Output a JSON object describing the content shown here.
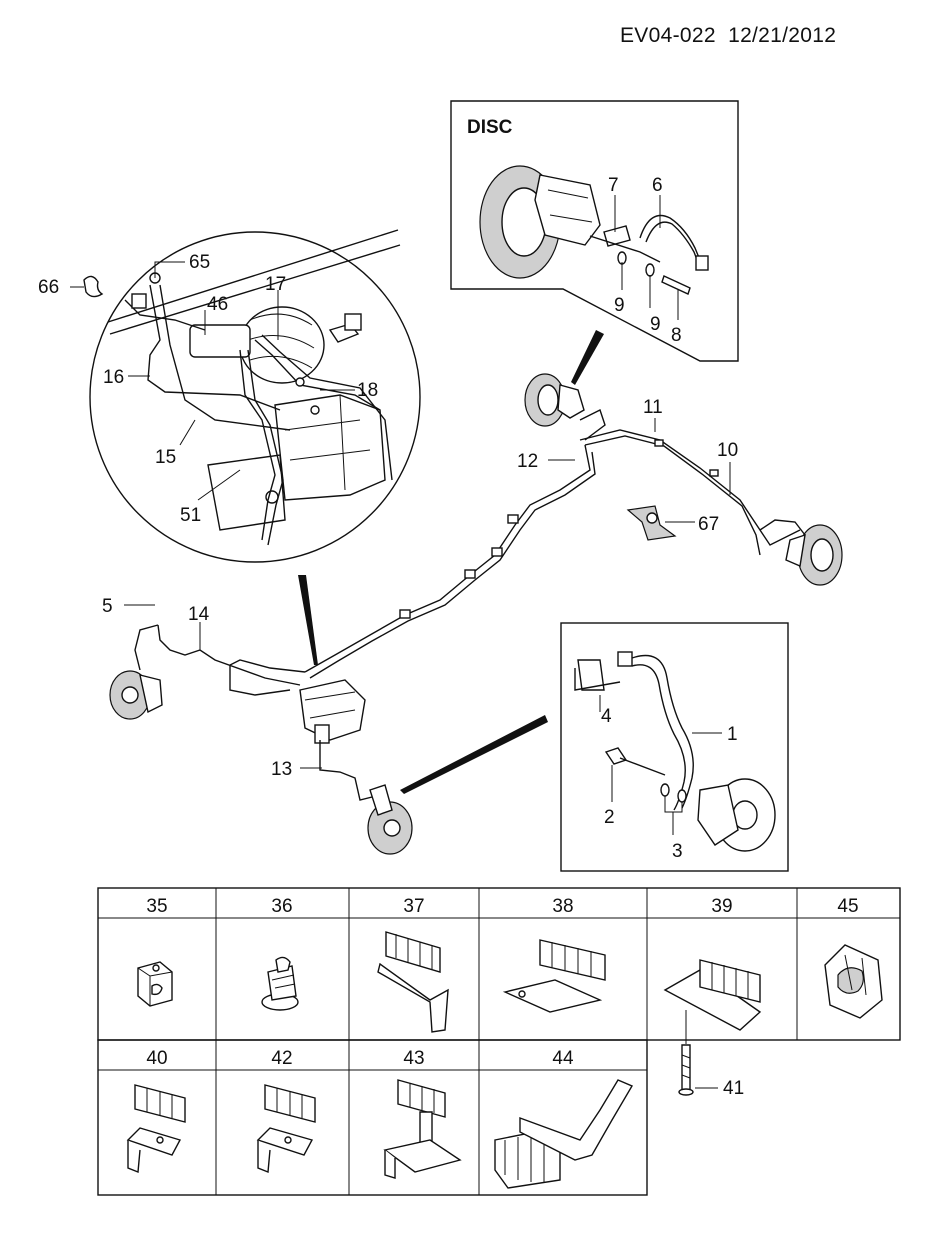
{
  "header": {
    "doc_code": "EV04-022",
    "date": "12/21/2012"
  },
  "disc_inset": {
    "title": "DISC",
    "callouts": [
      "7",
      "6",
      "9",
      "9",
      "8"
    ]
  },
  "engine_inset": {
    "callouts": [
      "66",
      "65",
      "46",
      "17",
      "16",
      "18",
      "15",
      "51"
    ]
  },
  "main_callouts": [
    "11",
    "12",
    "10",
    "67",
    "5",
    "14",
    "13"
  ],
  "front_inset": {
    "callouts": [
      "4",
      "1",
      "2",
      "3"
    ]
  },
  "clip_table": {
    "row1": [
      "35",
      "36",
      "37",
      "38",
      "39",
      "45"
    ],
    "row2": [
      "40",
      "42",
      "43",
      "44"
    ],
    "extra": "41"
  }
}
